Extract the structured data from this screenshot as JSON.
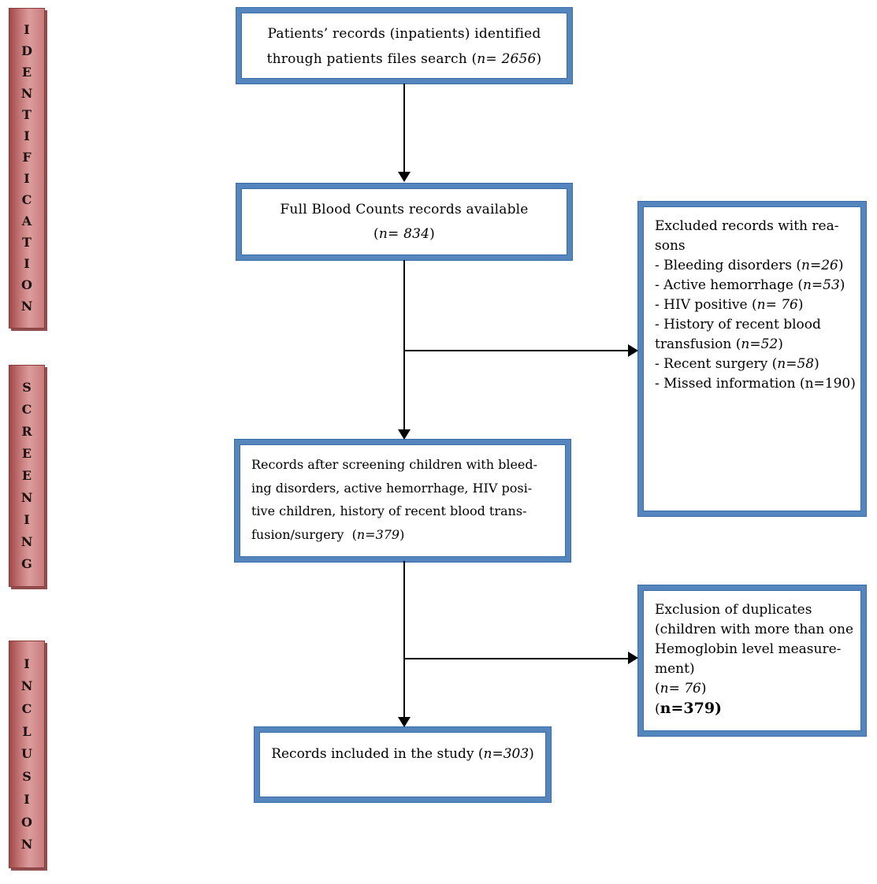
{
  "palette": {
    "box_border_blue": "#5585bd",
    "box_border_edge": "#3d6da8",
    "bar_red_dark": "#a34848",
    "bar_red_light": "#dc9c9c",
    "bar_shadow": "#7d2f2f",
    "arrow_color": "#000000",
    "text_color": "#000000"
  },
  "sidebar": {
    "identification": "IDENTIFICATION",
    "screening": "SCREENING",
    "inclusion": "INCLUSION"
  },
  "flow": {
    "identified": {
      "lines": [
        [
          {
            "t": "Patients’ records (inpatients) identified"
          }
        ],
        [
          {
            "t": "through patients files search ("
          },
          {
            "t": "n= 2656",
            "i": true
          },
          {
            "t": ")"
          }
        ]
      ]
    },
    "fbc": {
      "lines": [
        [
          {
            "t": "Full Blood Counts records available"
          }
        ],
        [
          {
            "t": "("
          },
          {
            "t": "n= 834",
            "i": true
          },
          {
            "t": ")"
          }
        ]
      ]
    },
    "excluded": {
      "lines": [
        [
          {
            "t": "Excluded records with rea-"
          }
        ],
        [
          {
            "t": "sons"
          }
        ],
        [
          {
            "t": "- Bleeding disorders ("
          },
          {
            "t": "n=26",
            "i": true
          },
          {
            "t": ")"
          }
        ],
        [
          {
            "t": "- Active hemorrhage ("
          },
          {
            "t": "n=53",
            "i": true
          },
          {
            "t": ")"
          }
        ],
        [
          {
            "t": "- HIV positive ("
          },
          {
            "t": "n= 76",
            "i": true
          },
          {
            "t": ")"
          }
        ],
        [
          {
            "t": "- History of recent blood"
          }
        ],
        [
          {
            "t": "transfusion ("
          },
          {
            "t": "n=52",
            "i": true
          },
          {
            "t": ")"
          }
        ],
        [
          {
            "t": "- Recent surgery ("
          },
          {
            "t": "n=58",
            "i": true
          },
          {
            "t": ")"
          }
        ],
        [
          {
            "t": "- Missed information (n=190)"
          }
        ]
      ]
    },
    "screened": {
      "lines": [
        [
          {
            "t": "Records after screening children with bleed-"
          }
        ],
        [
          {
            "t": "ing disorders, active hemorrhage, HIV posi-"
          }
        ],
        [
          {
            "t": "tive children, history of recent blood trans-"
          }
        ],
        [
          {
            "t": "fusion/surgery  ("
          },
          {
            "t": "n=379",
            "i": true
          },
          {
            "t": ")"
          }
        ]
      ]
    },
    "duplicates": {
      "lines": [
        [
          {
            "t": "Exclusion of duplicates"
          }
        ],
        [
          {
            "t": "(children with more than one"
          }
        ],
        [
          {
            "t": "Hemoglobin level measure-"
          }
        ],
        [
          {
            "t": "ment)"
          }
        ],
        [
          {
            "t": "("
          },
          {
            "t": "n= 76",
            "i": true
          },
          {
            "t": ")"
          }
        ],
        [
          {
            "t": "("
          },
          {
            "t": "n",
            "b": true
          },
          {
            "t": "=379)",
            "b": true
          }
        ]
      ]
    },
    "included": {
      "lines": [
        [
          {
            "t": "Records included in the study ("
          },
          {
            "t": "n=303",
            "i": true
          },
          {
            "t": ")"
          }
        ]
      ]
    }
  }
}
